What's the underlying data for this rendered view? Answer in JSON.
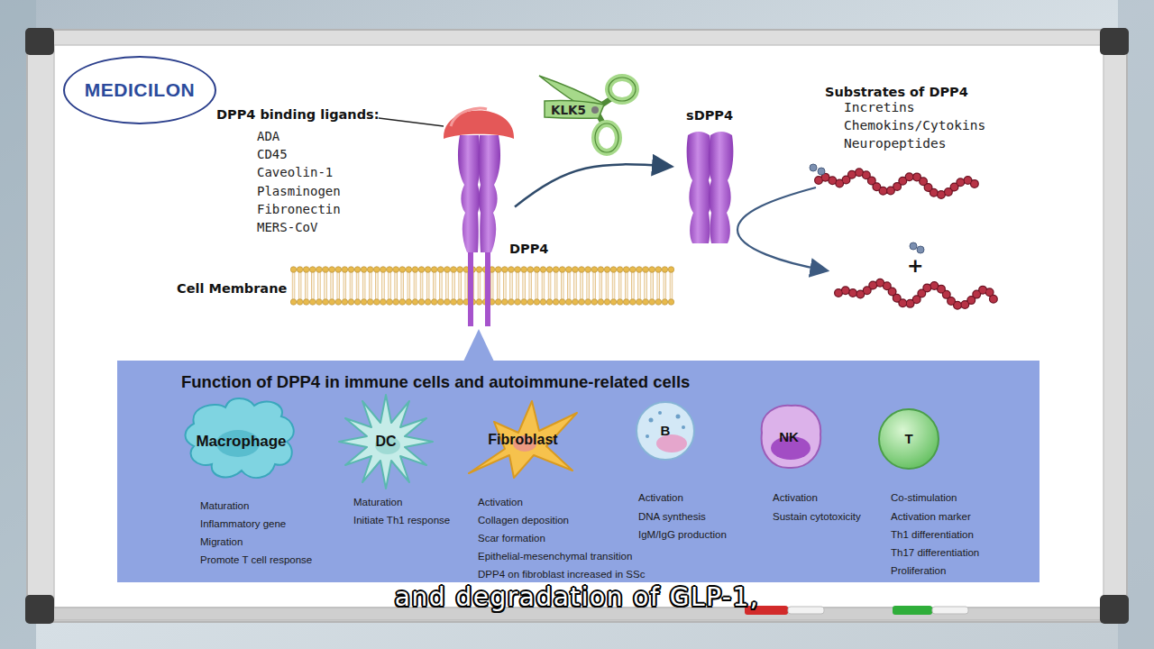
{
  "diagram": {
    "caption": "and degradation of GLP-1,",
    "nodes": [
      {
        "text": [
          "MEDICILON"
        ]
      },
      {
        "text": [
          "DPP4"
        ]
      },
      {
        "text": [
          "sDPP4"
        ]
      },
      {
        "text": [
          "Function of DPP4 in immune cells and autoimmune-related cells"
        ]
      },
      {
        "text": [
          "Macrophage"
        ],
        "in": 3
      },
      {
        "text": [
          "DC"
        ],
        "in": 3
      },
      {
        "text": [
          "Fibroblast"
        ],
        "in": 3
      },
      {
        "text": [
          "B"
        ],
        "in": 3
      },
      {
        "text": [
          "NK"
        ],
        "in": 3
      },
      {
        "text": [
          "T"
        ],
        "in": 3
      }
    ],
    "edges": [
      {
        "from": 1,
        "to": 2,
        "arrow": "to"
      }
    ],
    "labels": [
      "DPP4 binding ligands:",
      "ADA",
      "CD45",
      "Caveolin-1",
      "Plasminogen",
      "Fibronectin",
      "MERS-CoV",
      "KLK5",
      "Cell Membrane",
      "Substrates of DPP4",
      "Incretins",
      "Chemokins/Cytokins",
      "Neuropeptides",
      "+",
      "Maturation",
      "Inflammatory gene",
      "Migration",
      "Promote T cell response",
      "Maturation",
      "Initiate Th1 response",
      "Activation",
      "Collagen deposition",
      "Scar formation",
      "Epithelial-mesenchymal transition",
      "DPP4 on fibroblast increased in SSc",
      "Activation",
      "DNA synthesis",
      "IgM/IgG production",
      "Activation",
      "Sustain cytotoxicity",
      "Co-stimulation",
      "Activation marker",
      "Th1 differentiation",
      "Th17 differentiation",
      "Proliferation"
    ]
  }
}
